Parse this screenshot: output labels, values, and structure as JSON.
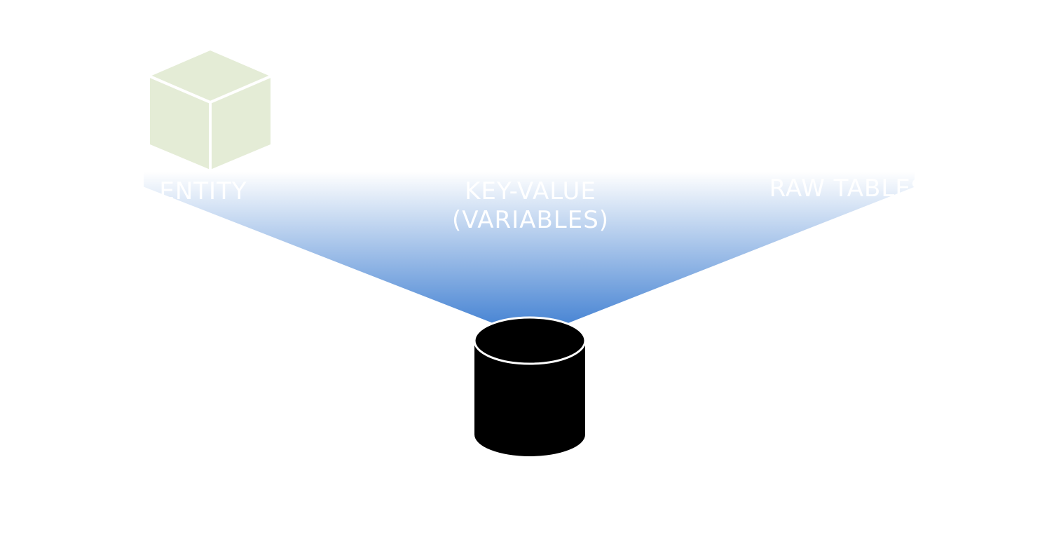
{
  "diagram": {
    "labels": {
      "entity": "ENTITY",
      "key_value_line1": "KEY-VALUE",
      "key_value_line2": "(VARIABLES)",
      "raw_tables": "RAW TABLES"
    },
    "icons": {
      "entity": "cube-icon",
      "storage": "database-cylinder-icon"
    },
    "colors": {
      "beam_top": "#ffffff",
      "beam_bottom": "#4a86d4",
      "cube_fill": "#e4ecd6",
      "label_text": "#ffffff",
      "database_fill": "#000000"
    }
  }
}
